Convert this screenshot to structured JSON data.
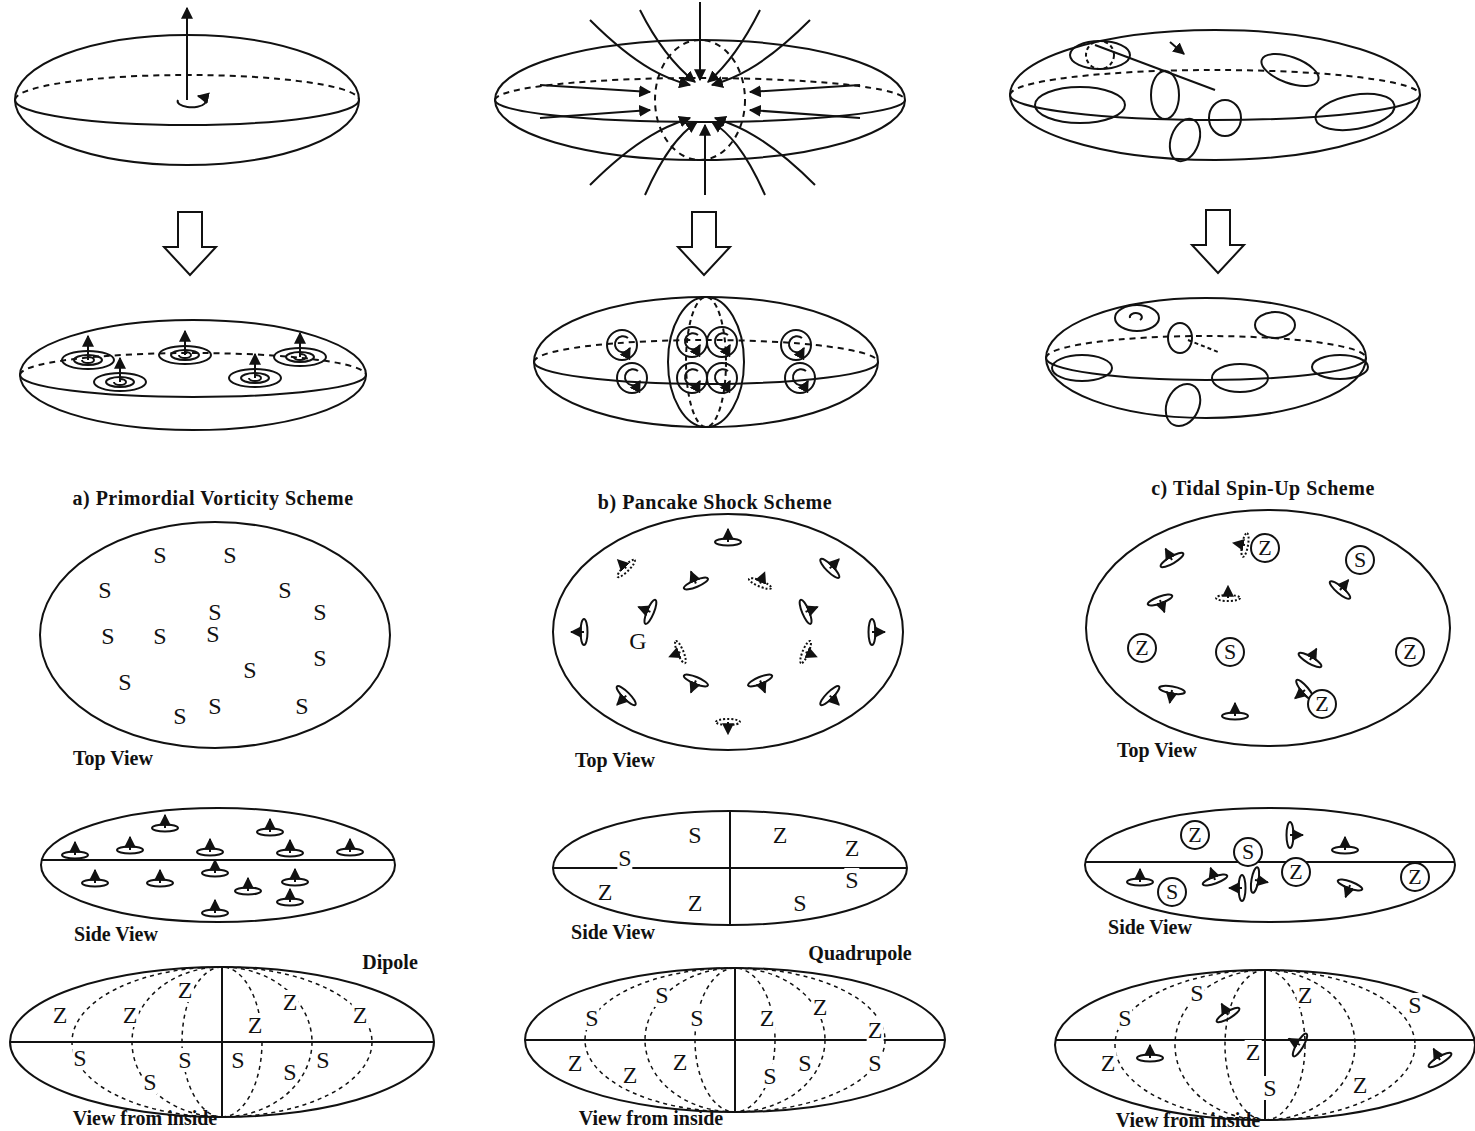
{
  "diagram": {
    "nodes": [
      {
        "text": [
          "Z"
        ]
      },
      {
        "text": [
          "S"
        ]
      },
      {
        "text": [
          "Z"
        ]
      },
      {
        "text": [
          "S"
        ]
      },
      {
        "text": [
          "Z"
        ]
      },
      {
        "text": [
          "Z"
        ]
      },
      {
        "text": [
          "Z"
        ]
      },
      {
        "text": [
          "S"
        ]
      },
      {
        "text": [
          "Z"
        ]
      },
      {
        "text": [
          "S"
        ]
      },
      {
        "text": [
          "Z"
        ]
      }
    ],
    "labels": [
      "a) Primordial Vorticity Scheme",
      "b) Pancake Shock Scheme",
      "c) Tidal Spin-Up Scheme",
      "Top View",
      "Top View",
      "Top View",
      "Side View",
      "Side View",
      "Side View",
      "Dipole",
      "Quadrupole",
      "View from inside",
      "View from inside",
      "View from inside",
      "G",
      "S",
      "S",
      "S",
      "S",
      "S",
      "S",
      "S",
      "S",
      "S",
      "S",
      "S",
      "S",
      "S",
      "S",
      "S",
      "Z",
      "Z",
      "Z",
      "Z",
      "Z",
      "Z",
      "S",
      "S",
      "S",
      "S",
      "S",
      "S",
      "S",
      "Z",
      "Z",
      "S",
      "S",
      "Z",
      "Z",
      "S",
      "S",
      "S",
      "S",
      "Z",
      "Z",
      "Z",
      "Z",
      "Z",
      "Z",
      "S",
      "S",
      "S",
      "S",
      "S",
      "Z",
      "S",
      "Z",
      "Z",
      "S",
      "Z"
    ]
  }
}
